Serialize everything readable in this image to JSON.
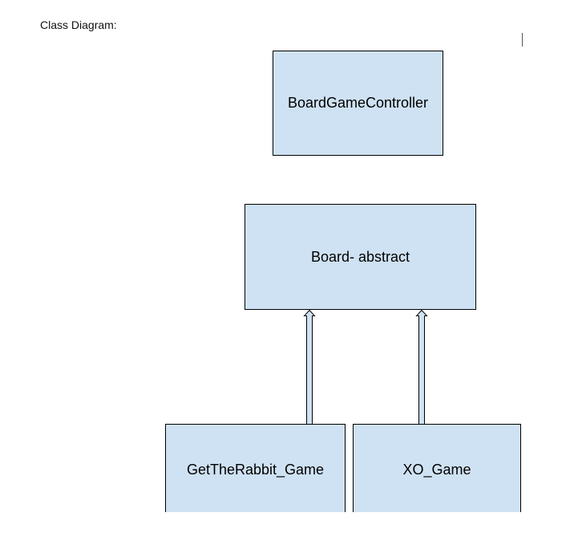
{
  "heading": "Class Diagram:",
  "colors": {
    "class_fill": "#cfe2f3",
    "class_border": "#000000",
    "background": "#ffffff"
  },
  "classes": {
    "controller": "BoardGameController",
    "board": "Board- abstract",
    "rabbit_game": "GetTheRabbit_Game",
    "xo_game": "XO_Game"
  },
  "relations": [
    {
      "from": "rabbit_game",
      "to": "board",
      "type": "inheritance"
    },
    {
      "from": "xo_game",
      "to": "board",
      "type": "inheritance"
    }
  ]
}
